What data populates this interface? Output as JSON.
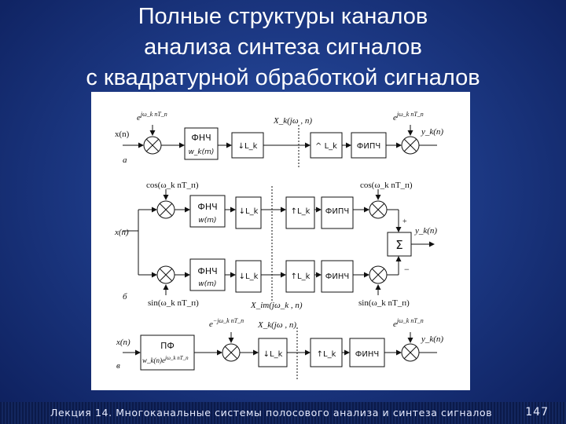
{
  "title": {
    "line1": "Полные структуры каналов",
    "line2": "анализа синтеза сигналов",
    "line3": "с квадратурной  обработкой сигналов"
  },
  "footer": {
    "lecture": "Лекция 14. Многоканальные  системы полосового анализа и синтеза сигналов",
    "page": "147"
  },
  "diagram": {
    "a": {
      "tag": "а",
      "input": "x(n)",
      "exp_in": "e",
      "exp_in_power": "jω_k nT_п",
      "lpf": "ФНЧ",
      "lpf_sub": "w_k(m)",
      "decim": "↓L_k",
      "mid_label": "X_k(jω , n)",
      "interp": "^ L_k",
      "filter": "ФИПЧ",
      "exp_out": "e",
      "exp_out_power": "jω_k nT_п",
      "output": "y_k(n)"
    },
    "b": {
      "tag": "б",
      "input": "x(n)",
      "cos_in": "cos(ω_k nT_п)",
      "cos_out": "cos(ω_k nT_п)",
      "lpf_top": "ФНЧ",
      "lpf_top_sub": "w(m)",
      "decim_top": "↓L_k",
      "interp_top": "↑L_k",
      "filter_top": "ФИПЧ",
      "plus": "+",
      "sum": "Σ",
      "minus": "−",
      "output": "y_k(n)",
      "lpf_bot": "ФНЧ",
      "lpf_bot_sub": "w(m)",
      "decim_bot": "↓L_k",
      "interp_bot": "↑L_k",
      "filter_bot": "ФИНЧ",
      "sin_in": "sin(ω_k nT_п)",
      "mid_label": "X_im(jω_k , n)",
      "sin_out": "sin(ω_k nT_п)"
    },
    "c": {
      "tag": "в",
      "input": "x(n)",
      "bpf": "ПФ",
      "bpf_sub": "w_k(n)e",
      "bpf_sub_power": "jω_k nT_п",
      "exp_in": "e",
      "exp_in_power": "−jω_k nT_п",
      "mid_label": "X_k(jω , n)",
      "decim": "↓L_k",
      "interp": "↑L_k",
      "filter": "ФИНЧ",
      "exp_out": "e",
      "exp_out_power": "jω_k nT_п",
      "output": "y_k(n)"
    }
  }
}
